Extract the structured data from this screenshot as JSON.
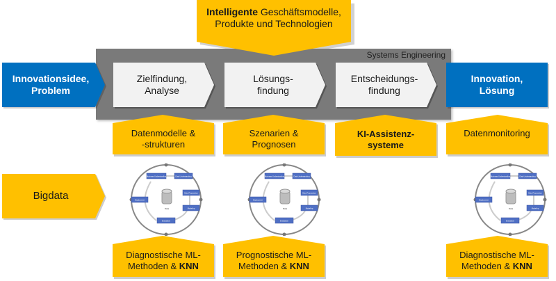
{
  "colors": {
    "yellow": "#FFC000",
    "blue": "#0070C0",
    "light_gray": "#F2F2F2",
    "frame_gray": "#7A7A7A"
  },
  "top_box": {
    "bold": "Intelligente",
    "rest": " Geschäftsmodelle,",
    "line2": "Produkte und Technologien"
  },
  "frame": {
    "label": "Systems Engineering"
  },
  "start": {
    "line1": "Innovationsidee,",
    "line2": "Problem"
  },
  "steps": [
    {
      "line1": "Zielfindung,",
      "line2": "Analyse"
    },
    {
      "line1": "Lösungs-",
      "line2": "findung"
    },
    {
      "line1": "Entscheidungs-",
      "line2": "findung"
    }
  ],
  "end": {
    "line1": "Innovation,",
    "line2": "Lösung"
  },
  "row2": [
    {
      "line1": "Datenmodelle &",
      "line2": "-strukturen",
      "bold": false
    },
    {
      "line1": "Szenarien &",
      "line2": "Prognosen",
      "bold": false
    },
    {
      "line1": "KI-Assistenz-",
      "line2": "systeme",
      "bold": true
    },
    {
      "line1": "Datenmonitoring",
      "line2": "",
      "bold": false
    }
  ],
  "bigdata": {
    "label": "Bigdata"
  },
  "crisp": {
    "business": "Business Understanding",
    "data_und": "Data Understanding",
    "data_prep": "Data Preparation",
    "modeling": "Modeling",
    "evaluation": "Evaluation",
    "deployment": "Deployment",
    "data": "Data"
  },
  "row4": [
    {
      "line1": "Diagnostische ML-",
      "line2a": "Methoden & ",
      "line2b": "KNN"
    },
    {
      "line1": "Prognostische ML-",
      "line2a": "Methoden & ",
      "line2b": "KNN"
    },
    {
      "line1": "Diagnostische ML-",
      "line2a": "Methoden & ",
      "line2b": "KNN"
    }
  ]
}
